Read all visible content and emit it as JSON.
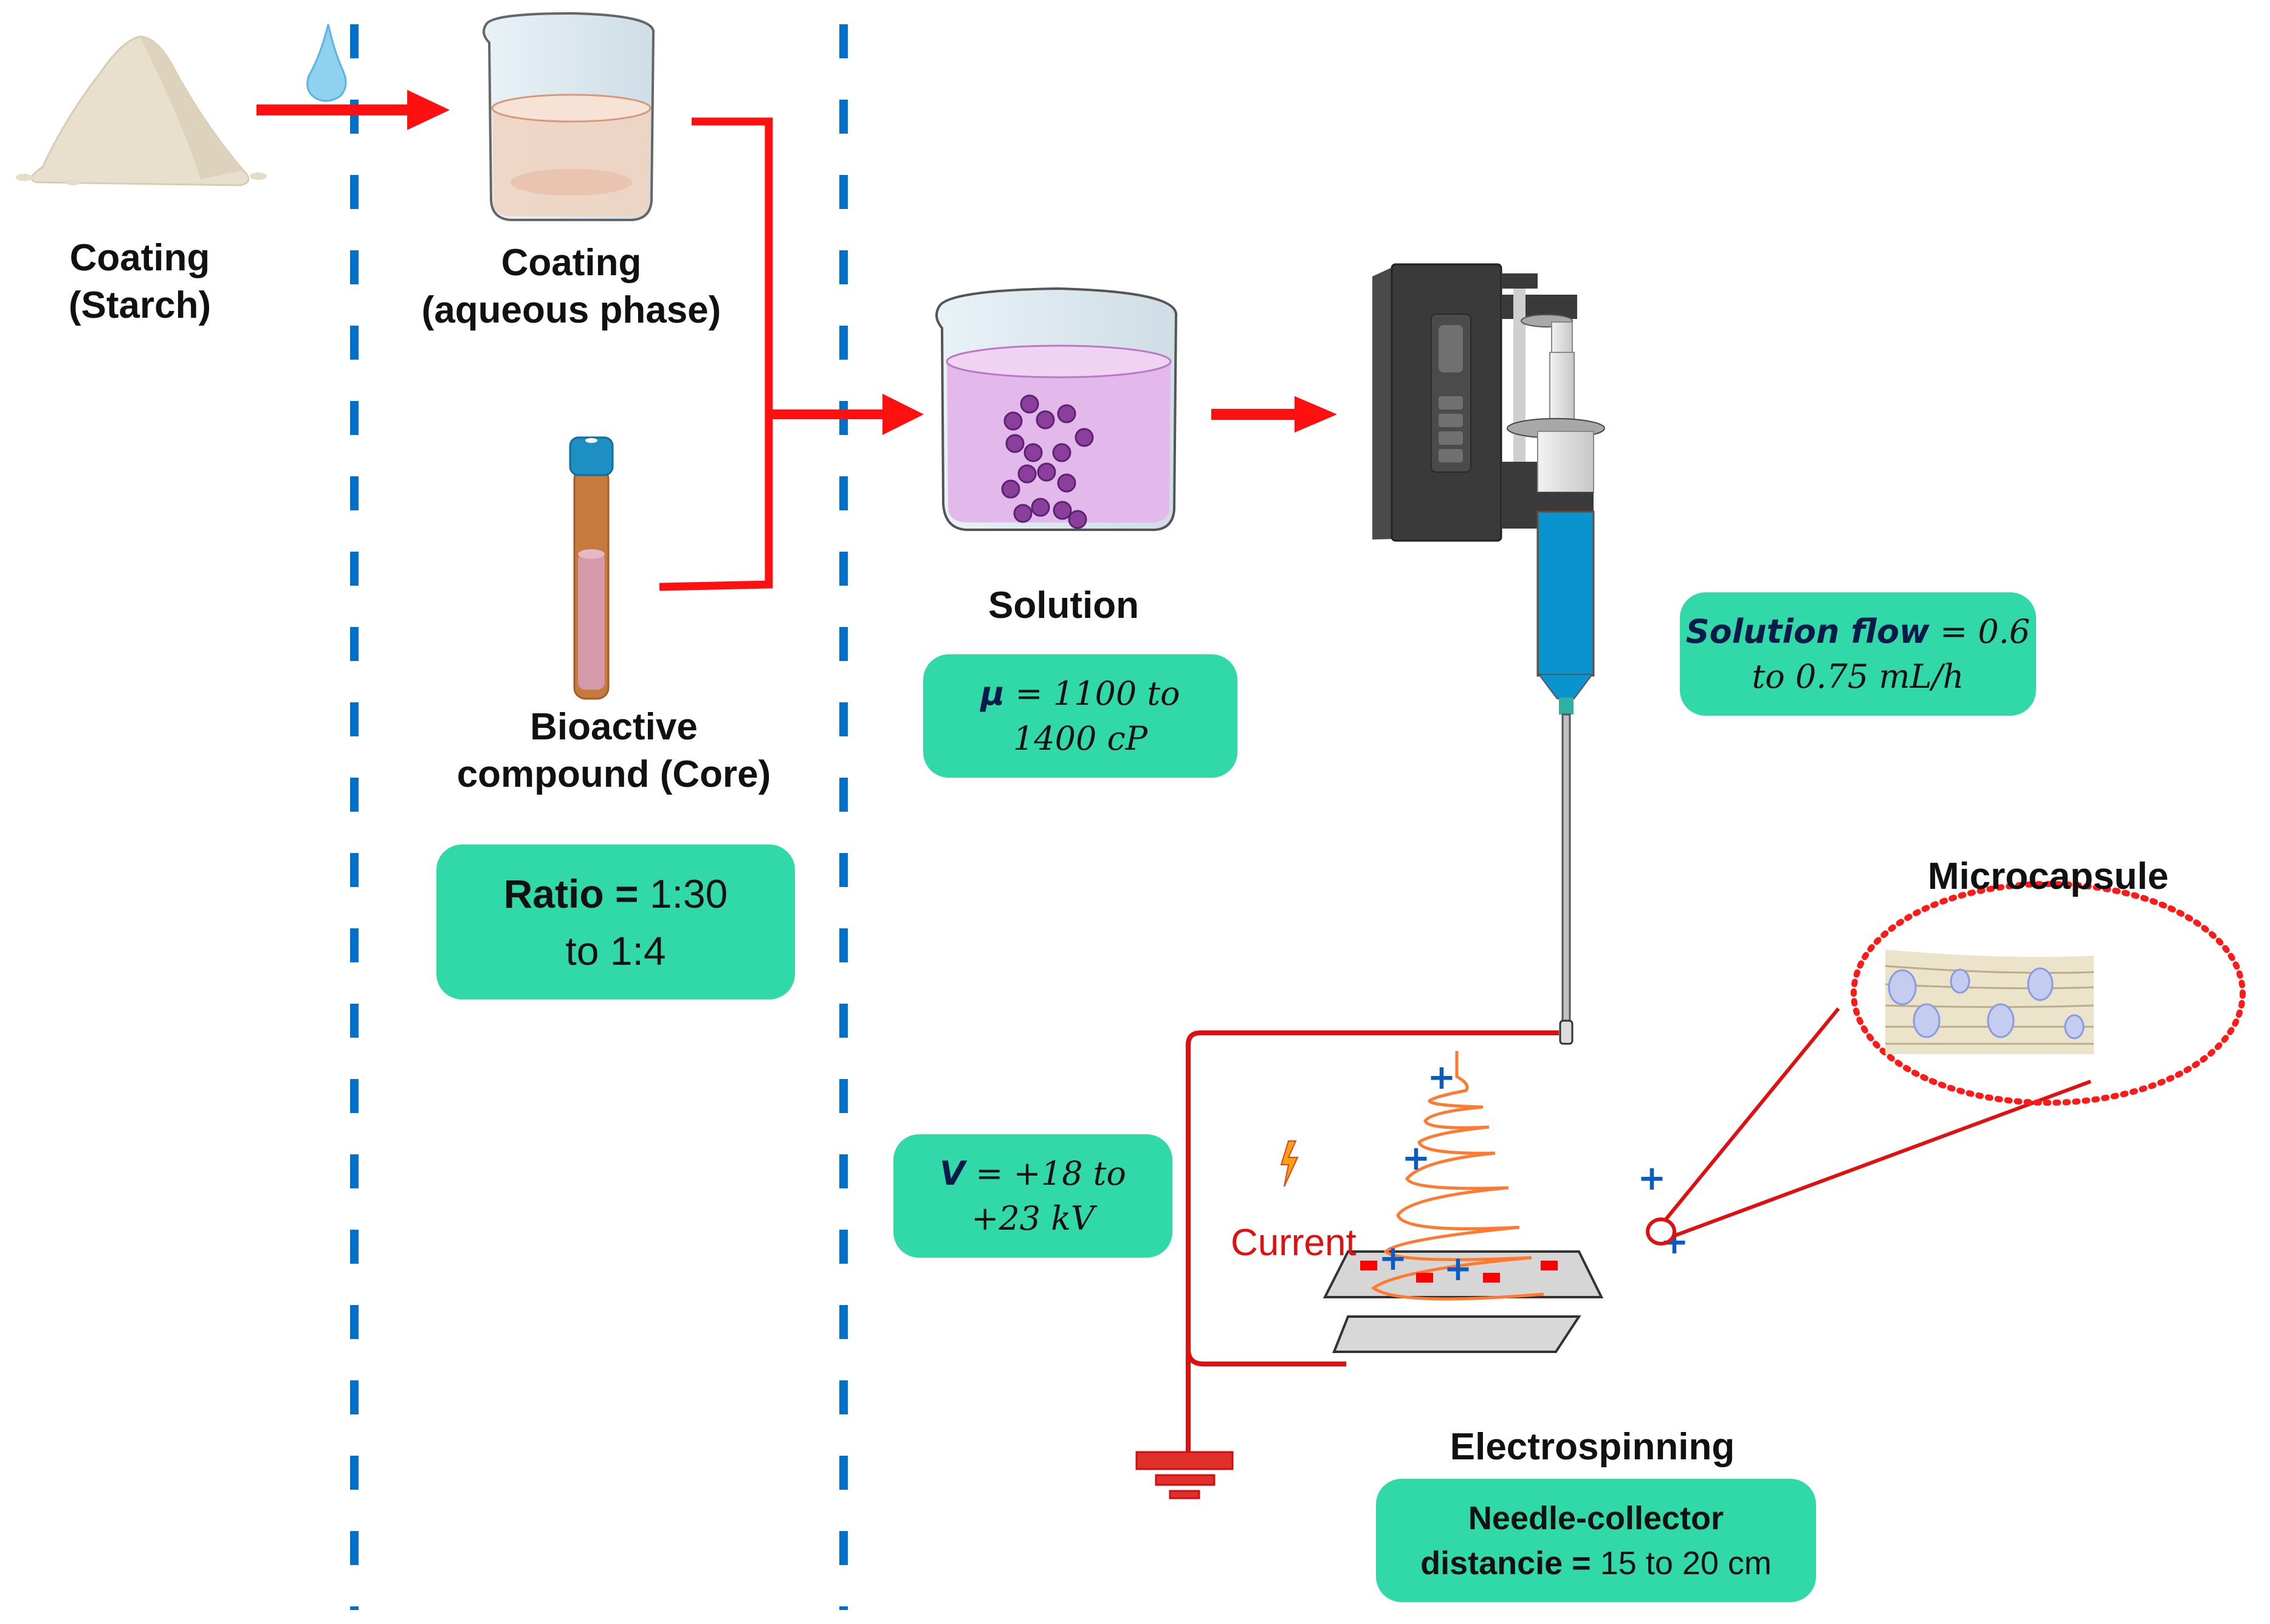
{
  "figure": {
    "labels": {
      "starch_line1": "Coating",
      "starch_line2": "(Starch)",
      "aqueous_line1": "Coating",
      "aqueous_line2": "(aqueous phase)",
      "core_line1": "Bioactive",
      "core_line2": "compound (Core)",
      "solution": "Solution",
      "microcapsule": "Microcapsule",
      "current": "Current",
      "electrospinning": "Electrospinning"
    },
    "parameter_boxes": {
      "ratio": {
        "label": "Ratio =",
        "line1_value": "1:30",
        "line2": "to 1:4"
      },
      "viscosity": {
        "symbol": "μ",
        "line1_rest": "= 1100 to",
        "line2": "1400 cP"
      },
      "flow": {
        "label": "Solution flow",
        "line1_rest": "= 0.6",
        "line2": "to 0.75 mL/h"
      },
      "voltage": {
        "symbol": "V",
        "line1_rest": "= +18 to",
        "line2": "+23 kV"
      },
      "distance": {
        "line1": "Needle-collector",
        "line2_label": "distancie =",
        "line2_value": "15 to 20 cm"
      }
    },
    "charges": {
      "positive_symbol": "+",
      "negative_symbol": "−"
    },
    "colors": {
      "arrow": "#ff1010",
      "divider": "#0070c8",
      "box": "#32d9a8",
      "wire": "#e01010",
      "jet": "#ff7a30",
      "charge_positive": "#0a5cc0",
      "charge_negative": "#ff0000"
    }
  }
}
